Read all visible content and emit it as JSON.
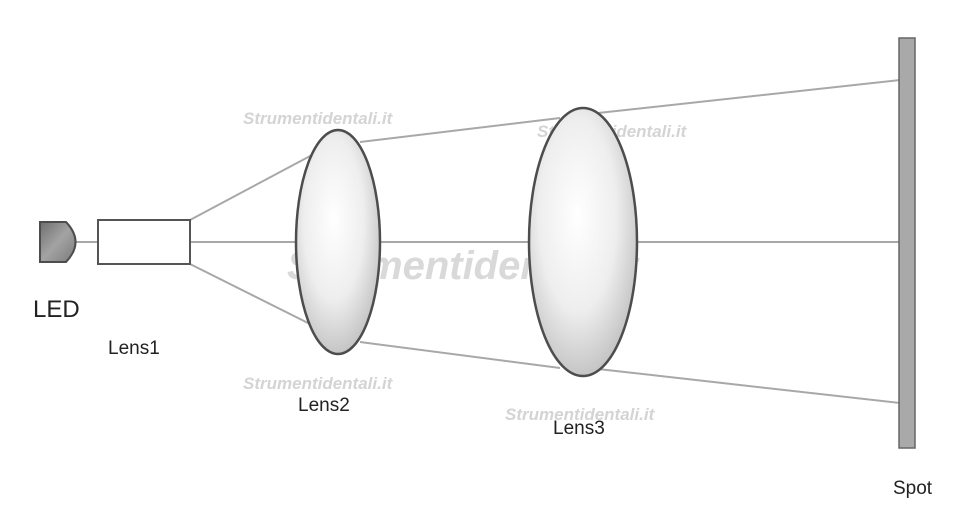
{
  "labels": {
    "led": "LED",
    "lens1": "Lens1",
    "lens2": "Lens2",
    "lens3": "Lens3",
    "spot": "Spot"
  },
  "watermark": {
    "text_large": "Strumentidentali.it",
    "text_small": "Strumentidentali.it"
  },
  "colors": {
    "ray": "#a8a8a8",
    "outline": "#555555",
    "spot_fill": "#a9a9a9",
    "led_fill": "#8c8c8c"
  }
}
